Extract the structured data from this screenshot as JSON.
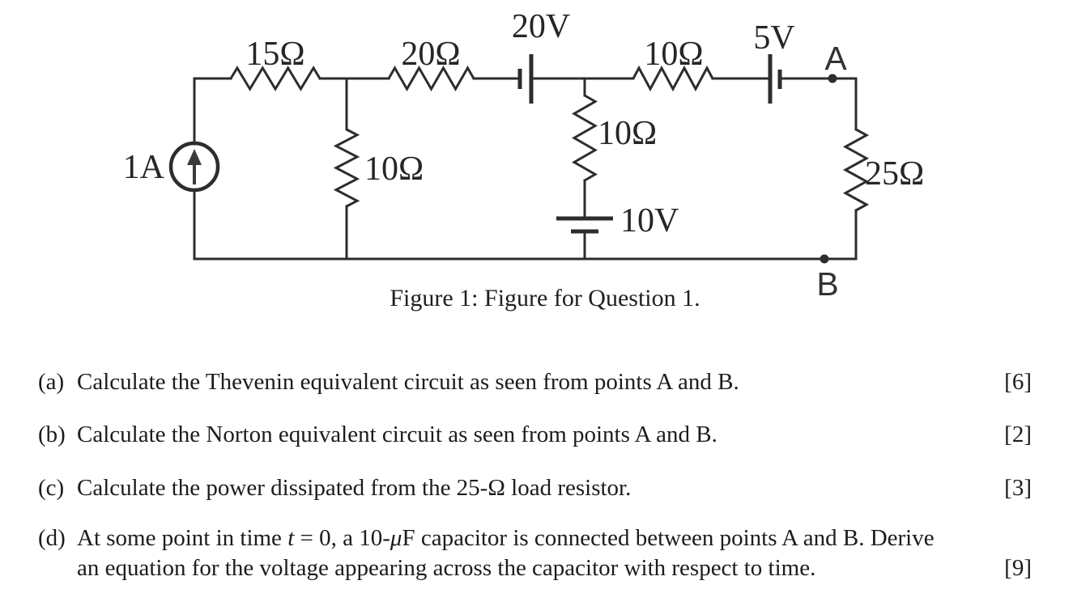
{
  "page": {
    "background": "#ffffff",
    "ink": "#262626"
  },
  "figure": {
    "caption": "Figure 1: Figure for Question 1.",
    "components": {
      "current_source": {
        "label": "1A",
        "type": "dc-current-source"
      },
      "r15": {
        "label": "15Ω",
        "type": "resistor"
      },
      "r20": {
        "label": "20Ω",
        "type": "resistor"
      },
      "v20": {
        "label": "20V",
        "type": "battery"
      },
      "r10_shunt_left": {
        "label": "10Ω",
        "type": "resistor"
      },
      "r10_shunt_mid": {
        "label": "10Ω",
        "type": "resistor"
      },
      "r10_series": {
        "label": "10Ω",
        "type": "resistor"
      },
      "v10": {
        "label": "10V",
        "type": "battery"
      },
      "v5": {
        "label": "5V",
        "type": "battery"
      },
      "r25_load": {
        "label": "25Ω",
        "type": "resistor"
      }
    },
    "terminals": {
      "a": "A",
      "b": "B"
    }
  },
  "questions": {
    "items": [
      {
        "label": "(a)",
        "text": "Calculate the Thevenin equivalent circuit as seen from points A and B.",
        "marks": "[6]"
      },
      {
        "label": "(b)",
        "text": "Calculate the Norton equivalent circuit as seen from points A and B.",
        "marks": "[2]"
      },
      {
        "label": "(c)",
        "text": "Calculate the power dissipated from the 25-Ω load resistor.",
        "marks": "[3]"
      },
      {
        "label": "(d)",
        "marks": "[9]",
        "seg_a": "At some point in time ",
        "seg_t": "t",
        "seg_b": " = 0, a 10-",
        "seg_mu": "μ",
        "seg_c": "F capacitor is connected between points A and B. Derive",
        "line2": "an equation for the voltage appearing across the capacitor with respect to time."
      }
    ]
  }
}
